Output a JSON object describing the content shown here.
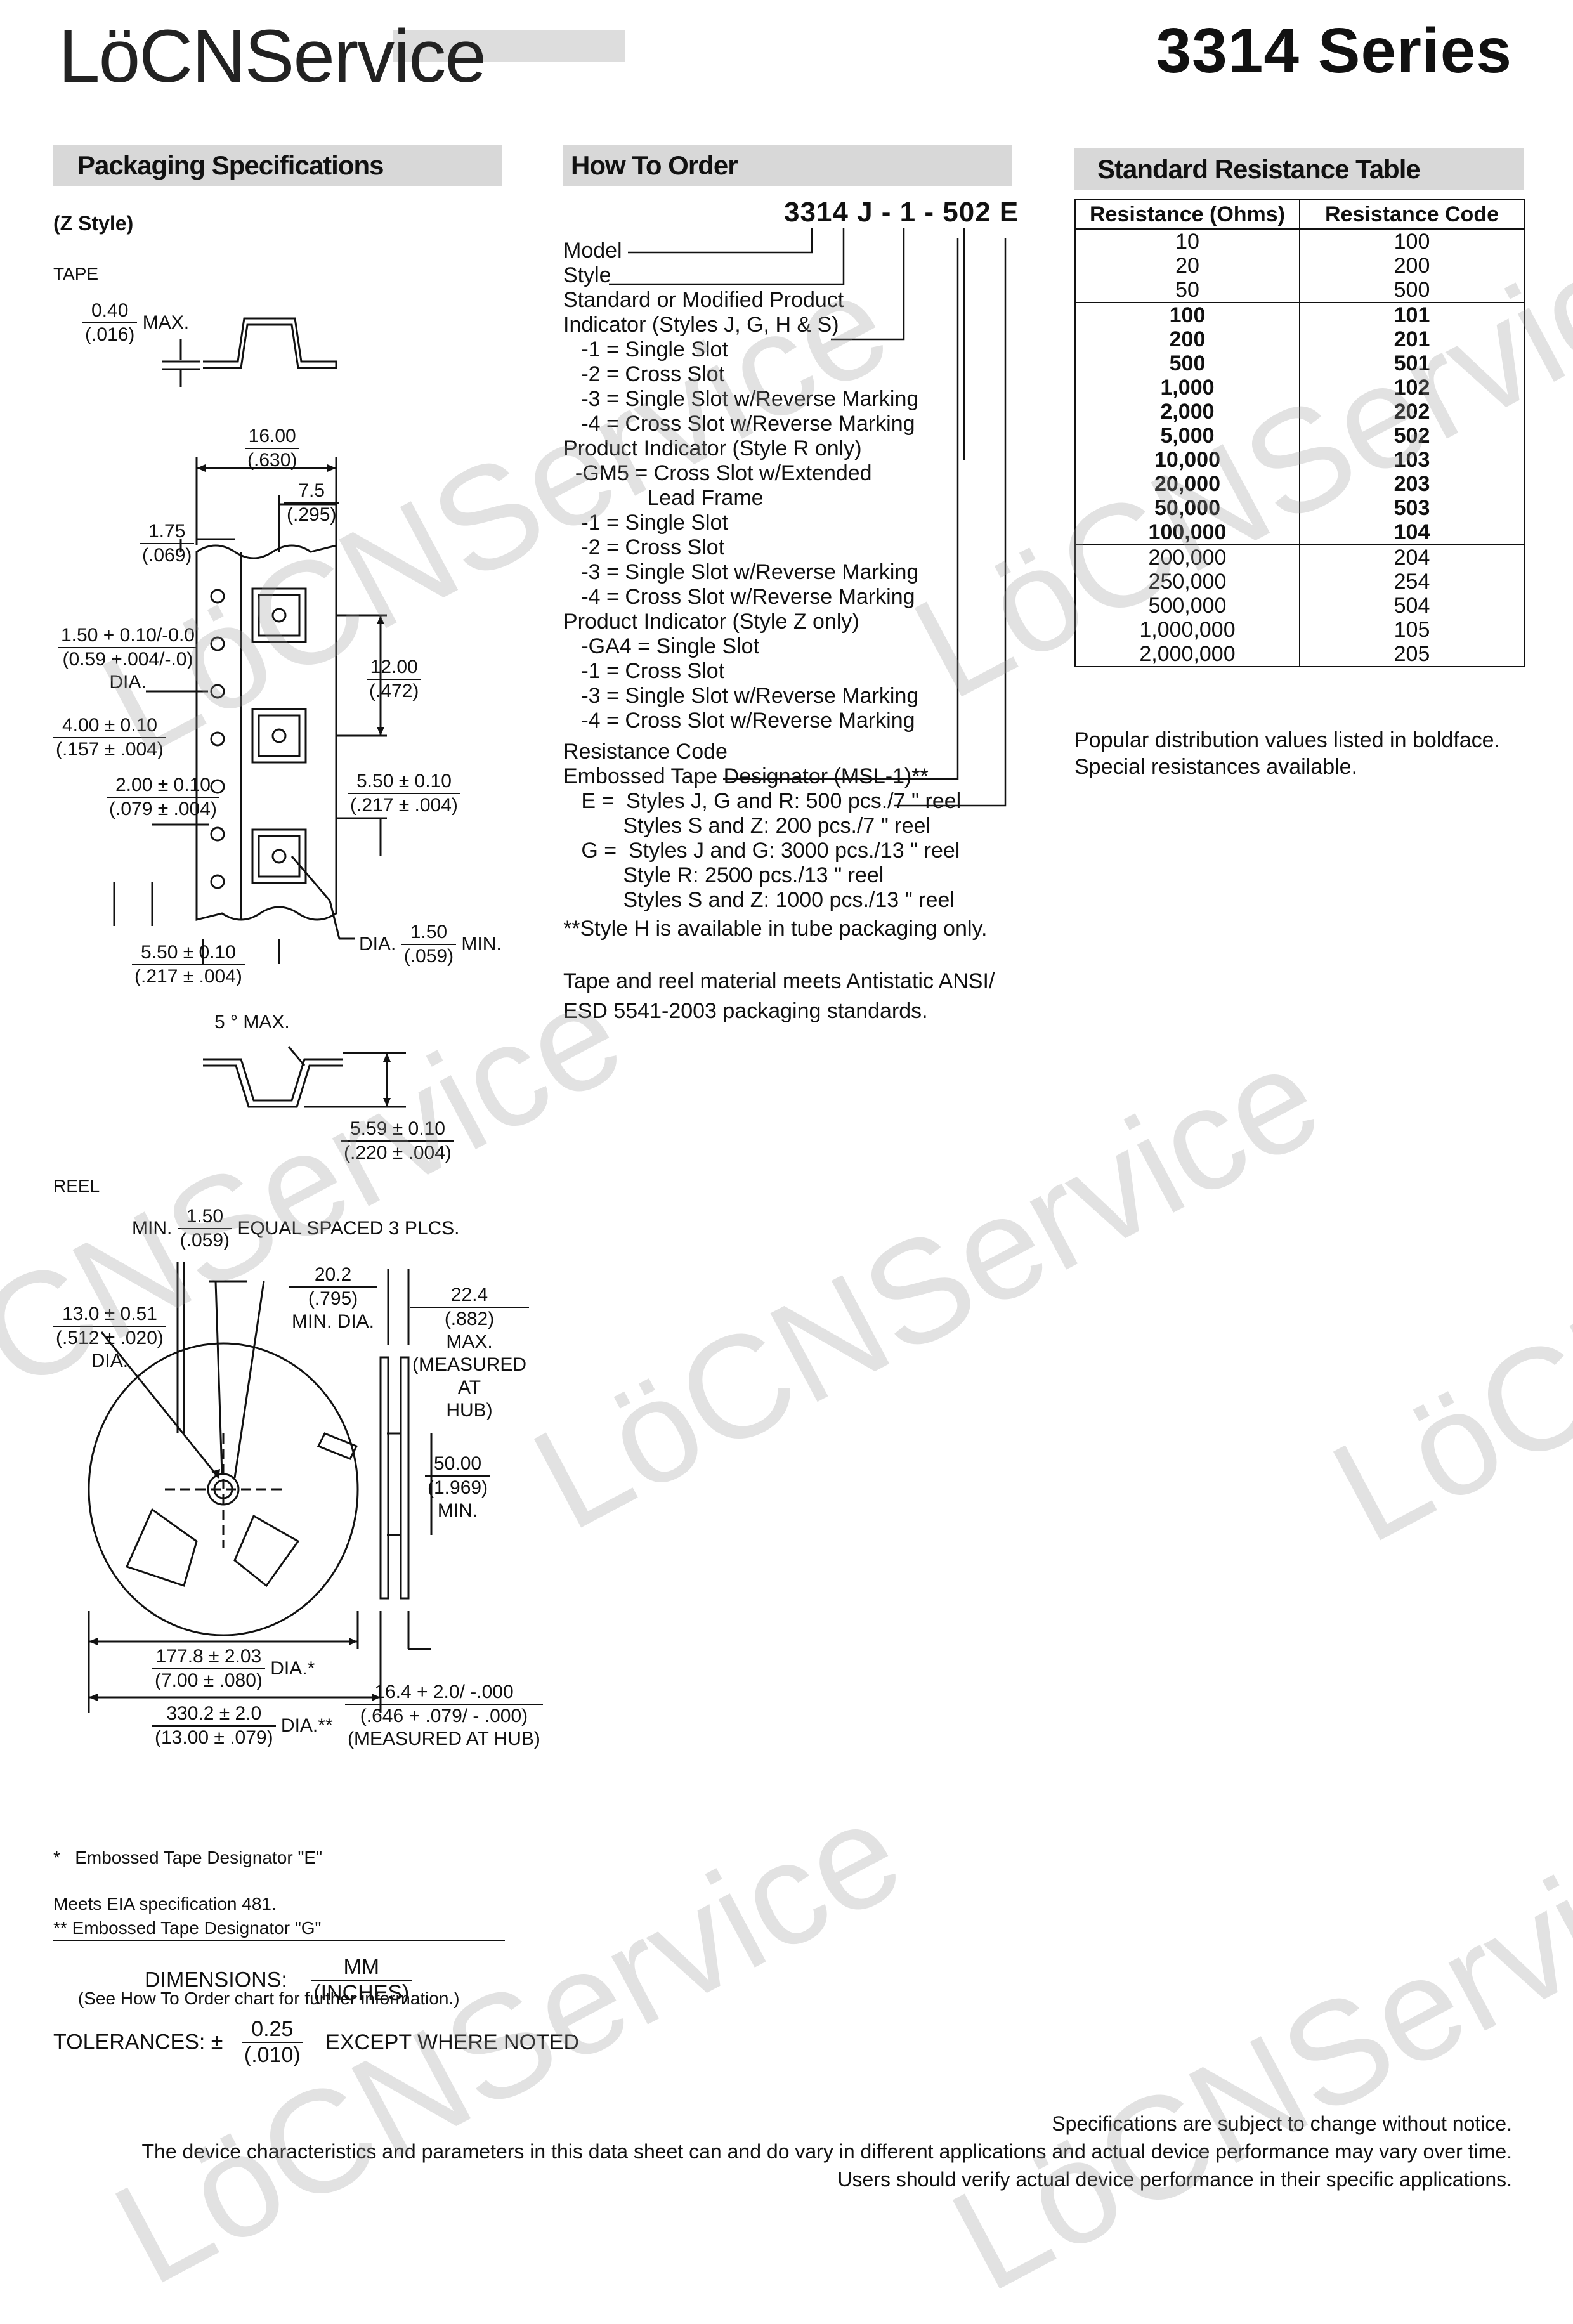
{
  "brand": "LöCNService",
  "series_title": "3314 Series",
  "sections": {
    "packaging": "Packaging Specifications",
    "order": "How To Order",
    "resistance": "Standard Resistance Table"
  },
  "packaging": {
    "style": "(Z Style)",
    "tape_label": "TAPE",
    "reel_label": "REEL",
    "tape_dims": {
      "max_thick_n": "0.40",
      "max_thick_d": "(.016)",
      "max_thick_suffix": "MAX.",
      "pitch_n": "16.00",
      "pitch_d": "(.630)",
      "half_n": "7.5",
      "half_d": "(.295)",
      "edge_n": "1.75",
      "edge_d": "(.069)",
      "hole_n": "1.50 + 0.10/-0.0",
      "hole_d": "(0.59 +.004/-.0)",
      "hole_s": "DIA.",
      "sp_n": "4.00 ± 0.10",
      "sp_d": "(.157 ± .004)",
      "off_n": "2.00 ± 0.10",
      "off_d": "(.079 ± .004)",
      "w_n": "12.00",
      "w_d": "(.472)",
      "p_n": "5.50 ± 0.10",
      "p_d": "(.217 ± .004)",
      "dia_pre": "DIA.",
      "dia_n": "1.50",
      "dia_d": "(.059)",
      "dia_post": "MIN.",
      "b_n": "5.50 ± 0.10",
      "b_d": "(.217 ± .004)",
      "angle": "5 ° MAX.",
      "depth_n": "5.59 ± 0.10",
      "depth_d": "(.220 ± .004)"
    },
    "reel_dims": {
      "min_pre": "MIN.",
      "min_n": "1.50",
      "min_d": "(.059)",
      "min_post": "EQUAL SPACED 3 PLCS.",
      "hub_n": "20.2",
      "hub_d": "(.795)",
      "hub_s": "MIN. DIA.",
      "bore_n": "13.0 ± 0.51",
      "bore_d": "(.512 ± .020)",
      "bore_s": "DIA.",
      "max_n": "22.4",
      "max_d": "(.882)",
      "max_s1": "MAX.",
      "max_s2": "(MEASURED",
      "max_s3": "AT",
      "max_s4": "HUB)",
      "mid_n": "50.00",
      "mid_d": "(1.969)",
      "mid_s": "MIN.",
      "r7_n": "177.8 ± 2.03",
      "r7_d": "(7.00 ± .080)",
      "r7_s": "DIA.*",
      "r13_n": "330.2 ± 2.0",
      "r13_d": "(13.00 ± .079)",
      "r13_s": "DIA.**",
      "wid_n": "16.4 + 2.0/ -.000",
      "wid_d": "(.646 + .079/ - .000)",
      "wid_s": "(MEASURED AT HUB)"
    },
    "notes": [
      "*   Embossed Tape Designator \"E\"",
      "** Embossed Tape Designator \"G\"",
      "     (See How To Order chart for further information.)"
    ],
    "eia": "Meets EIA specification 481.",
    "dimensions_label": "DIMENSIONS:",
    "dimensions_n": "MM",
    "dimensions_d": "(INCHES)",
    "tolerances_label": "TOLERANCES: ±",
    "tolerances_n": "0.25",
    "tolerances_d": "(.010)",
    "tolerances_suffix": "EXCEPT WHERE NOTED"
  },
  "order": {
    "code": "3314  J - 1 - 502  E",
    "lines": [
      "Model",
      "Style",
      "Standard or Modified Product",
      "Indicator (Styles J, G, H & S)",
      "   -1 = Single Slot",
      "   -2 = Cross Slot",
      "   -3 = Single Slot w/Reverse Marking",
      "   -4 = Cross Slot w/Reverse Marking",
      "Product Indicator (Style R only)",
      "  -GM5 = Cross Slot w/Extended",
      "              Lead Frame",
      "   -1 = Single Slot",
      "   -2 = Cross Slot",
      "   -3 = Single Slot w/Reverse Marking",
      "   -4 = Cross Slot w/Reverse Marking",
      "Product Indicator (Style Z only)",
      "   -GA4 = Single Slot",
      "   -1 = Cross Slot",
      "   -3 = Single Slot w/Reverse Marking",
      "   -4 = Cross Slot w/Reverse Marking",
      "Resistance Code",
      "Embossed Tape Designator (MSL-1)**",
      "   E =  Styles J, G and R: 500 pcs./7 \" reel",
      "          Styles S and Z: 200 pcs./7 \" reel",
      "   G =  Styles J and G: 3000 pcs./13 \" reel",
      "          Style R: 2500 pcs./13 \" reel",
      "          Styles S and Z: 1000 pcs./13 \" reel",
      "**Style H is available in tube packaging only."
    ],
    "antistatic": [
      "Tape and reel material meets Antistatic ANSI/",
      "ESD 5541-2003 packaging standards."
    ]
  },
  "resistance": {
    "headers": [
      "Resistance (Ohms)",
      "Resistance Code"
    ],
    "groups": [
      {
        "bold": false,
        "rows": [
          [
            "10",
            "100"
          ],
          [
            "20",
            "200"
          ],
          [
            "50",
            "500"
          ]
        ]
      },
      {
        "bold": true,
        "rows": [
          [
            "100",
            "101"
          ],
          [
            "200",
            "201"
          ],
          [
            "500",
            "501"
          ],
          [
            "1,000",
            "102"
          ],
          [
            "2,000",
            "202"
          ],
          [
            "5,000",
            "502"
          ],
          [
            "10,000",
            "103"
          ],
          [
            "20,000",
            "203"
          ],
          [
            "50,000",
            "503"
          ],
          [
            "100,000",
            "104"
          ]
        ]
      },
      {
        "bold": false,
        "rows": [
          [
            "200,000",
            "204"
          ],
          [
            "250,000",
            "254"
          ],
          [
            "500,000",
            "504"
          ],
          [
            "1,000,000",
            "105"
          ],
          [
            "2,000,000",
            "205"
          ]
        ]
      }
    ],
    "notes": [
      "Popular distribution values listed in boldface.",
      "Special resistances available."
    ]
  },
  "footer": [
    "Specifications are subject to change without notice.",
    "The device characteristics and parameters in this data sheet can and do vary in different applications and actual device performance may vary over time.",
    "Users should verify actual device performance in their specific applications."
  ]
}
